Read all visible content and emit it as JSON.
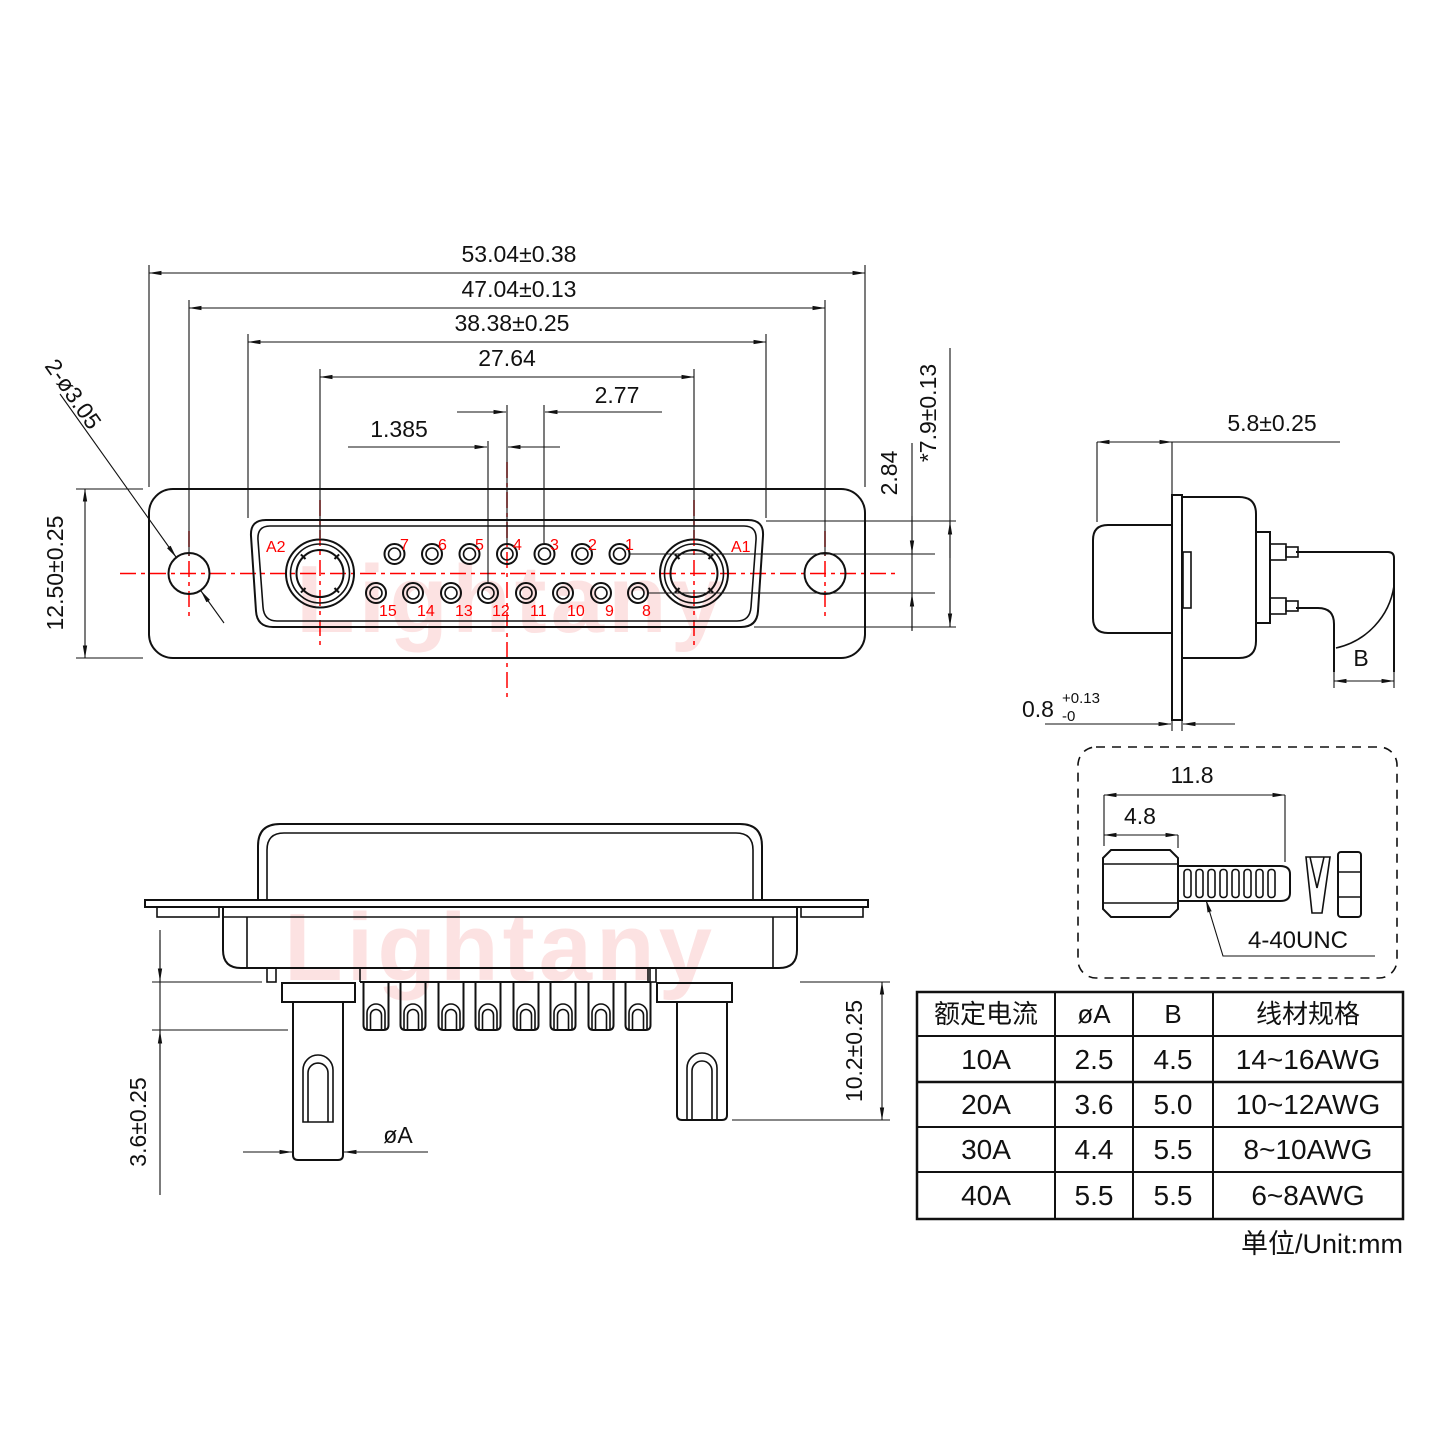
{
  "meta": {
    "unit_note": "单位/Unit:mm",
    "watermark": "Lightany"
  },
  "colors": {
    "line": "#111111",
    "accent_red": "#ff0000",
    "watermark_pink": "#f7a8a8",
    "background": "#ffffff"
  },
  "front_view": {
    "dims": {
      "width_outer": "53.04±0.38",
      "width_holes": "47.04±0.13",
      "width_dcut": "38.38±0.25",
      "width_apins": "27.64",
      "pitch": "2.77",
      "half_pitch": "1.385",
      "row_gap": "2.84",
      "dcut_height": "*7.9±0.13",
      "height_outer": "12.50±0.25",
      "mount_holes": "2-ø3.05"
    },
    "pins": {
      "a_left": "A2",
      "a_right": "A1",
      "top": [
        "7",
        "6",
        "5",
        "4",
        "3",
        "2",
        "1"
      ],
      "bottom": [
        "15",
        "14",
        "13",
        "12",
        "11",
        "10",
        "9",
        "8"
      ]
    }
  },
  "side_view": {
    "dims": {
      "depth": "5.8±0.25",
      "wire_width": "B",
      "flange_thickness": "0.8",
      "flange_tol_plus": "+0.13",
      "flange_tol_minus": "-0"
    }
  },
  "bottom_view": {
    "dims": {
      "pin_standoff": "3.6±0.25",
      "pin_length": "10.2±0.25",
      "pin_dia": "øA"
    }
  },
  "screw_inset": {
    "dims": {
      "total_length": "11.8",
      "head_length": "4.8"
    },
    "thread_label": "4-40UNC"
  },
  "spec_table": {
    "headers": [
      "额定电流",
      "øA",
      "B",
      "线材规格"
    ],
    "rows": [
      [
        "10A",
        "2.5",
        "4.5",
        "14~16AWG"
      ],
      [
        "20A",
        "3.6",
        "5.0",
        "10~12AWG"
      ],
      [
        "30A",
        "4.4",
        "5.5",
        "8~10AWG"
      ],
      [
        "40A",
        "5.5",
        "5.5",
        "6~8AWG"
      ]
    ]
  }
}
